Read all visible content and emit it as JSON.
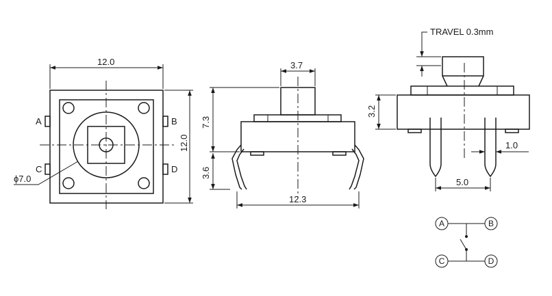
{
  "dimensions": {
    "top_width": "12.0",
    "top_height": "12.0",
    "circle_dia": "ϕ7.0",
    "plunger_width": "3.7",
    "body_height": "7.3",
    "lead_height": "3.6",
    "lead_span": "12.3",
    "travel": "TRAVEL 0.3mm",
    "body_thickness": "3.2",
    "pin_thickness": "1.0",
    "pin_pitch": "5.0"
  },
  "terminals": {
    "a": "A",
    "b": "B",
    "c": "C",
    "d": "D"
  }
}
